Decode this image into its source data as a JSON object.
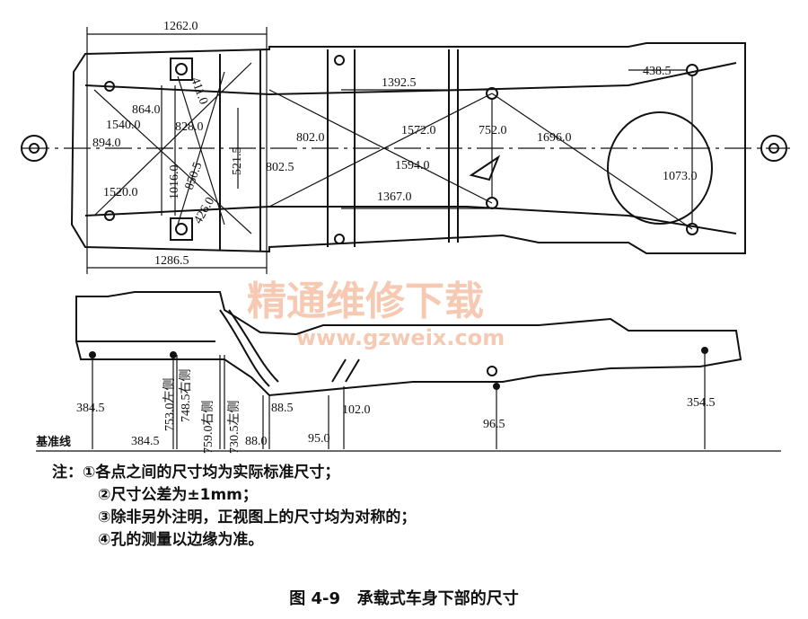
{
  "top_view": {
    "dimensions": [
      "1262.0",
      "1286.5",
      "864.0",
      "1540.0",
      "894.0",
      "828.0",
      "411.0",
      "1016.0",
      "850.5",
      "426.0",
      "1520.0",
      "521.5",
      "802.0",
      "802.5",
      "1392.5",
      "1572.0",
      "1594.0",
      "1367.0",
      "752.0",
      "1696.0",
      "438.5",
      "1073.0"
    ]
  },
  "side_view": {
    "dimensions": [
      "384.5",
      "384.5",
      "753.0左侧",
      "748.5右侧",
      "759.0右侧",
      "730.5左侧",
      "88.5",
      "88.0",
      "102.0",
      "95.0",
      "96.5",
      "354.5"
    ],
    "baseline_label": "基准线"
  },
  "watermark": {
    "cn": "精通维修下载",
    "url": "www.gzweix.com"
  },
  "notes": {
    "prefix": "注：",
    "items": [
      "①各点之间的尺寸均为实际标准尺寸；",
      "②尺寸公差为±1mm；",
      "③除非另外注明，正视图上的尺寸均为对称的；",
      "④孔的测量以边缘为准。"
    ]
  },
  "caption": {
    "figure": "图 4-9",
    "title": "承载式车身下部的尺寸"
  }
}
